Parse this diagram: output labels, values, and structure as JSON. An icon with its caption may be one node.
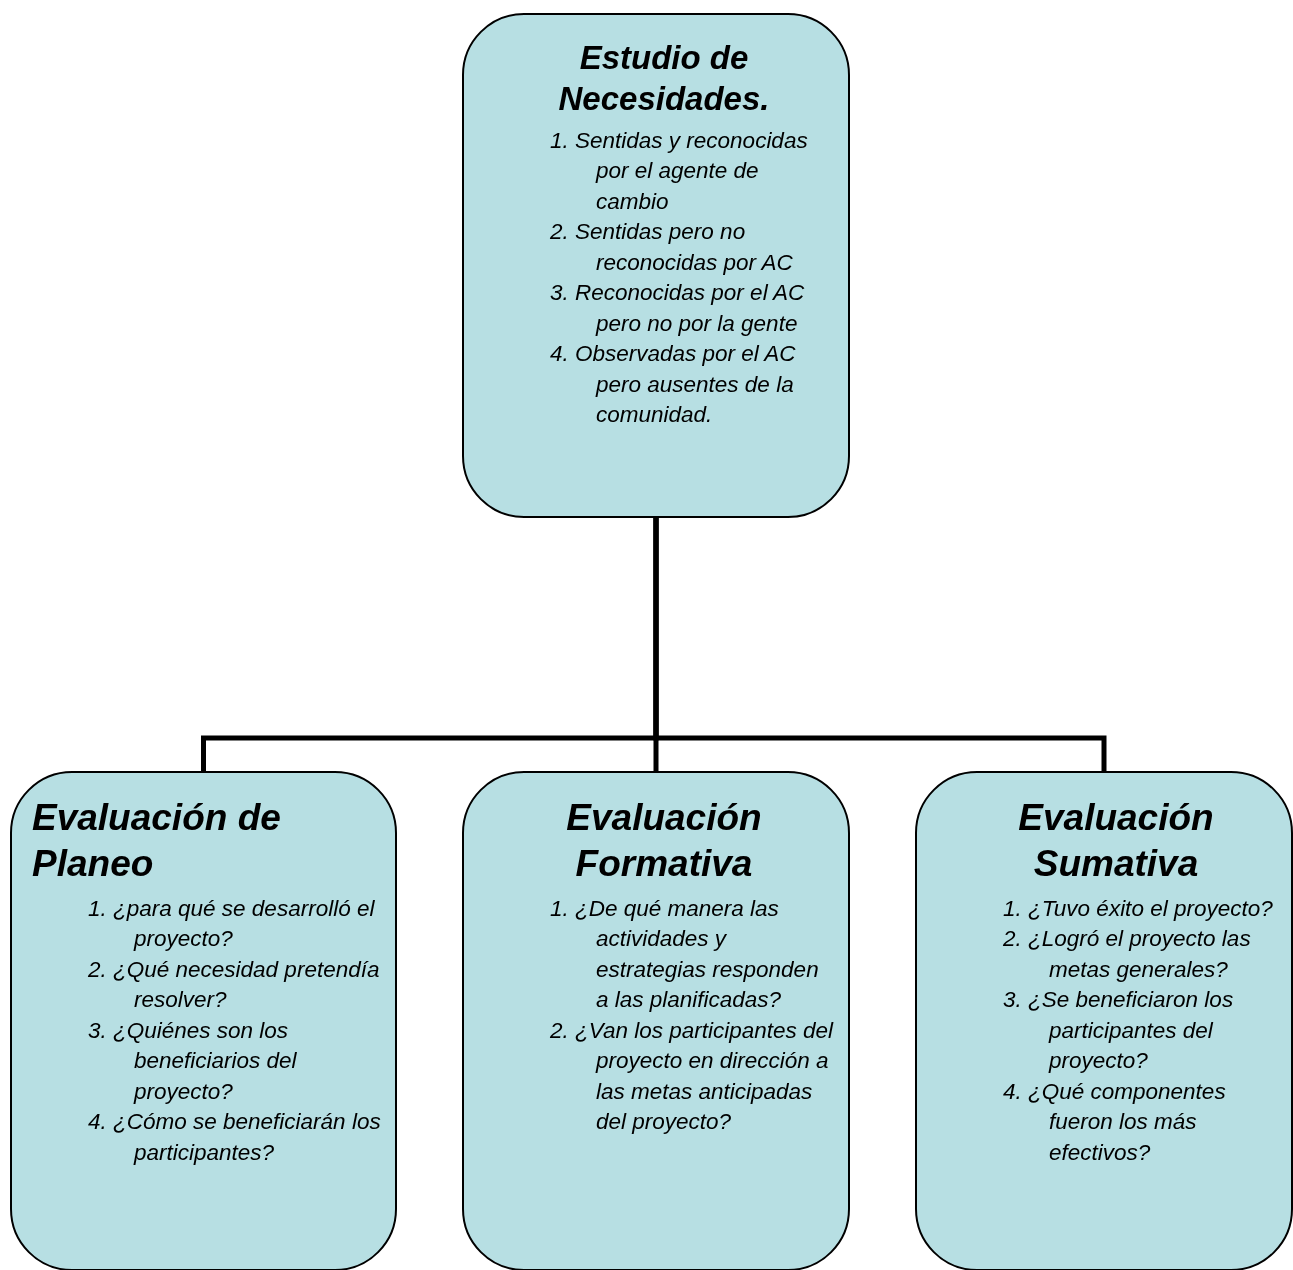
{
  "diagram": {
    "nodes": [
      {
        "text": [
          "Estudio de Necesidades.",
          "1. Sentidas y reconocidas por el agente de cambio",
          "2. Sentidas pero no reconocidas por AC",
          "3. Reconocidas por el AC pero no por la gente",
          "4. Observadas por el AC pero ausentes de la comunidad."
        ]
      },
      {
        "text": [
          "Evaluación de Planeo",
          "1. ¿para qué se desarrolló el proyecto?",
          "2. ¿Qué necesidad pretendía resolver?",
          "3. ¿Quiénes son los beneficiarios del proyecto?",
          "4. ¿Cómo se beneficiarán los participantes?"
        ]
      },
      {
        "text": [
          "Evaluación Formativa",
          "1. ¿De qué manera las actividades y estrategias responden a las planificadas?",
          "2. ¿Van los participantes del proyecto en dirección a las metas anticipadas del proyecto?"
        ]
      },
      {
        "text": [
          "Evaluación Sumativa",
          "1. ¿Tuvo éxito el proyecto?",
          "2. ¿Logró el proyecto las metas generales?",
          "3. ¿Se beneficiaron los participantes del proyecto?",
          "4. ¿Qué componentes fueron los más efectivos?"
        ]
      }
    ],
    "edges": [
      {
        "from": 0,
        "to": 1,
        "arrow": "none"
      },
      {
        "from": 0,
        "to": 2,
        "arrow": "none"
      },
      {
        "from": 0,
        "to": 3,
        "arrow": "none"
      }
    ]
  }
}
